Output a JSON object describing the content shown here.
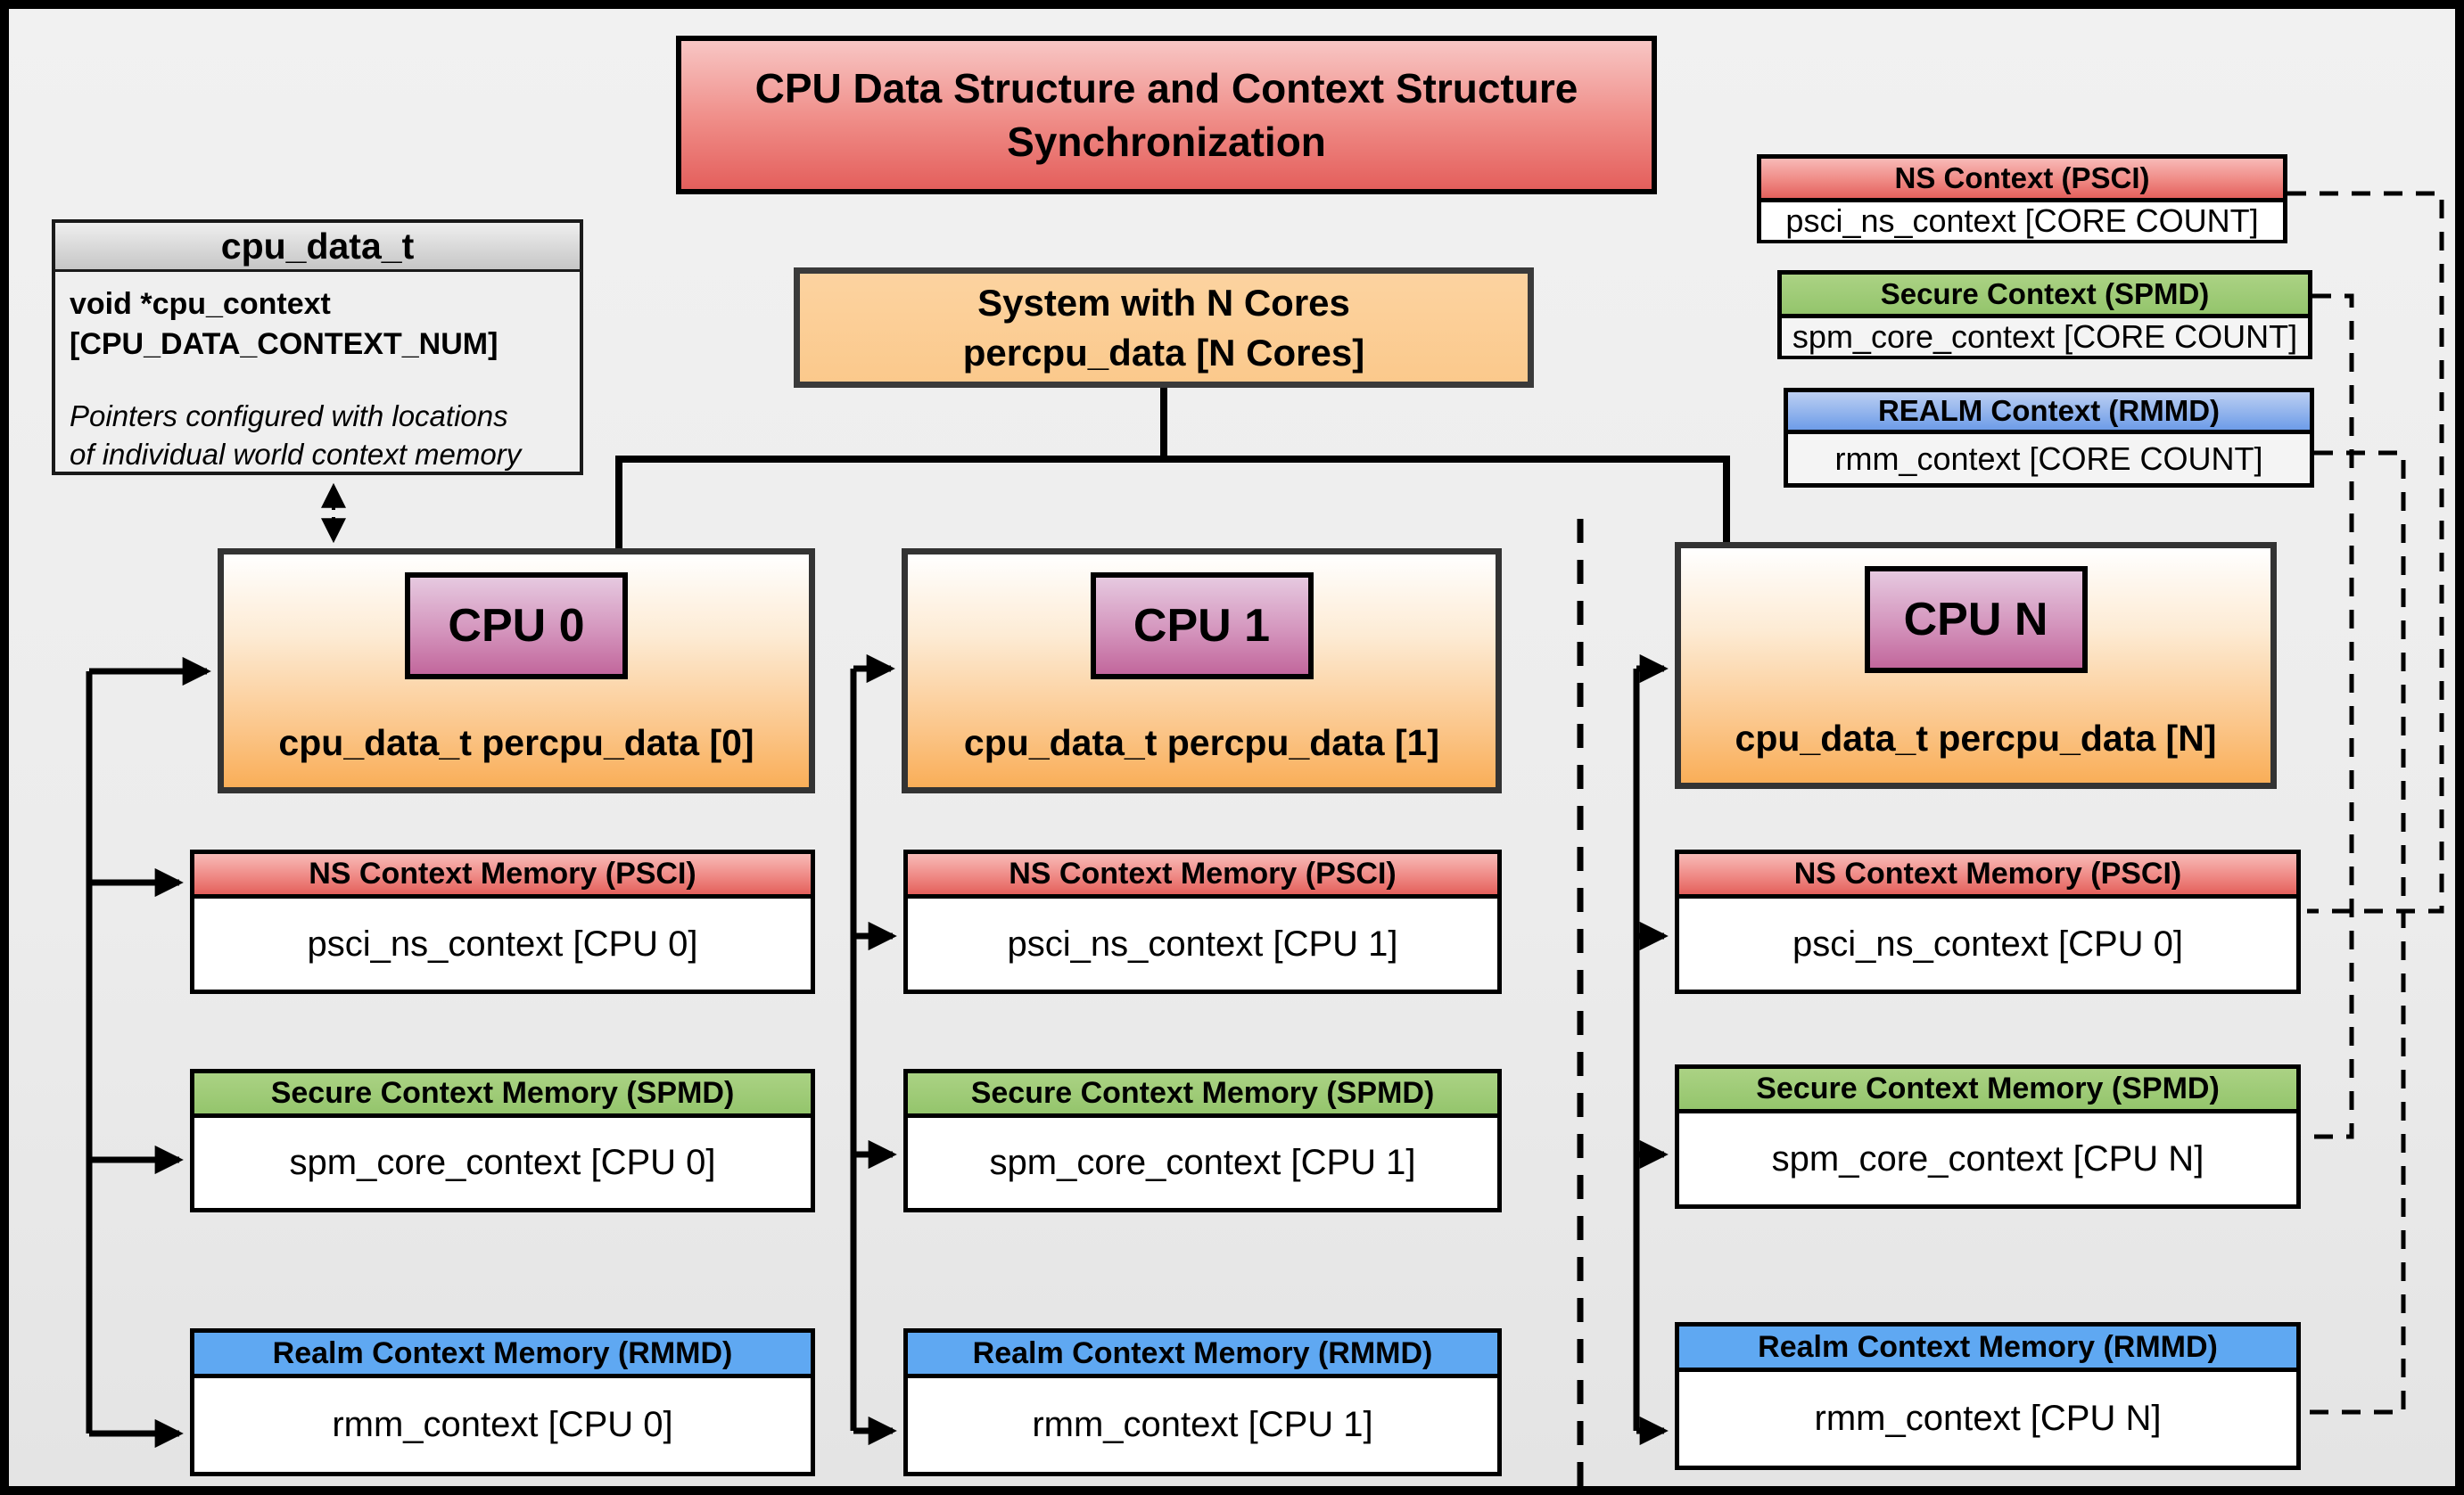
{
  "diagram_title": "CPU Data Structure and Context Structure Synchronization",
  "cpu_data_struct": {
    "title": "cpu_data_t",
    "field_line1": "void  *cpu_context",
    "field_line2": "[CPU_DATA_CONTEXT_NUM]",
    "note_line1": "Pointers configured with locations",
    "note_line2": "of individual world context memory"
  },
  "system_box": {
    "line1": "System with N Cores",
    "line2": "percpu_data [N Cores]"
  },
  "legend_boxes": [
    {
      "header": "NS Context  (PSCI)",
      "body": "psci_ns_context [CORE COUNT]",
      "color": "#e8625e"
    },
    {
      "header": "Secure Context (SPMD)",
      "body": "spm_core_context [CORE COUNT]",
      "color": "#94c56c"
    },
    {
      "header": "REALM Context (RMMD)",
      "body": "rmm_context [CORE COUNT]",
      "color": "#6d9ce8"
    }
  ],
  "context_row_headers": {
    "ns": "NS Context Memory (PSCI)",
    "secure": "Secure Context Memory (SPMD)",
    "realm": "Realm Context Memory (RMMD)"
  },
  "cpus": [
    {
      "label": "CPU 0",
      "caption": "cpu_data_t percpu_data [0]",
      "ns_body": "psci_ns_context [CPU 0]",
      "secure_body": "spm_core_context [CPU 0]",
      "realm_body": "rmm_context [CPU 0]"
    },
    {
      "label": "CPU 1",
      "caption": "cpu_data_t percpu_data [1]",
      "ns_body": "psci_ns_context [CPU 1]",
      "secure_body": "spm_core_context [CPU 1]",
      "realm_body": "rmm_context [CPU 1]"
    },
    {
      "label": "CPU N",
      "caption": "cpu_data_t percpu_data [N]",
      "ns_body": "psci_ns_context [CPU 0]",
      "secure_body": "spm_core_context [CPU N]",
      "realm_body": "rmm_context [CPU N]"
    }
  ],
  "colors": {
    "title_red": "#e45f5c",
    "ns_red": "#e8625e",
    "secure_green": "#94c56c",
    "realm_blue": "#5fa8f2",
    "system_orange": "#fbc98c",
    "cpu_orange": "#f9ae58",
    "cpu_chip_pink": "#c2679c",
    "background": "#ededed",
    "line_black": "#000000"
  }
}
